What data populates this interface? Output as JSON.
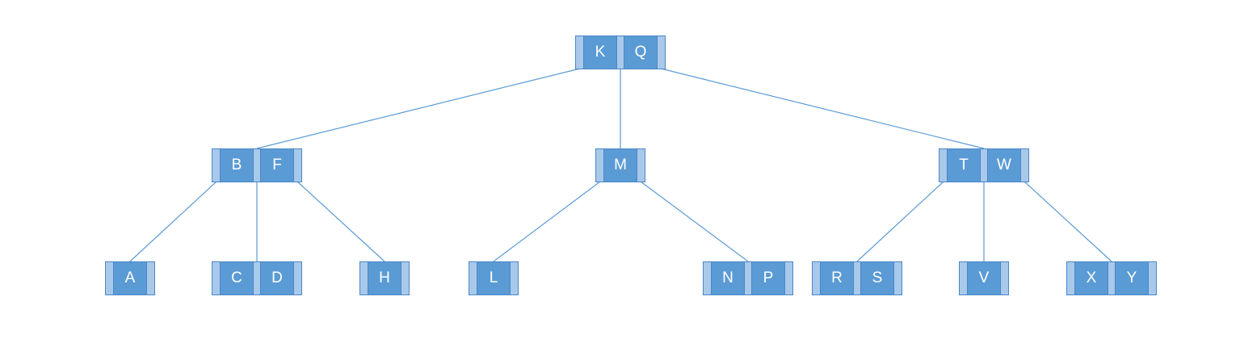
{
  "tree": {
    "root": {
      "id": "root",
      "keys": [
        "K",
        "Q"
      ]
    },
    "level1": [
      {
        "id": "n-bf",
        "keys": [
          "B",
          "F"
        ]
      },
      {
        "id": "n-m",
        "keys": [
          "M"
        ]
      },
      {
        "id": "n-tw",
        "keys": [
          "T",
          "W"
        ]
      }
    ],
    "leaves": [
      {
        "id": "n-a",
        "keys": [
          "A"
        ]
      },
      {
        "id": "n-cd",
        "keys": [
          "C",
          "D"
        ]
      },
      {
        "id": "n-h",
        "keys": [
          "H"
        ]
      },
      {
        "id": "n-l",
        "keys": [
          "L"
        ]
      },
      {
        "id": "n-np",
        "keys": [
          "N",
          "P"
        ]
      },
      {
        "id": "n-rs",
        "keys": [
          "R",
          "S"
        ]
      },
      {
        "id": "n-v",
        "keys": [
          "V"
        ]
      },
      {
        "id": "n-xy",
        "keys": [
          "X",
          "Y"
        ]
      }
    ],
    "edges": [
      {
        "from": "root",
        "pointer": 0,
        "to": "n-bf"
      },
      {
        "from": "root",
        "pointer": 1,
        "to": "n-m"
      },
      {
        "from": "root",
        "pointer": 2,
        "to": "n-tw"
      },
      {
        "from": "n-bf",
        "pointer": 0,
        "to": "n-a"
      },
      {
        "from": "n-bf",
        "pointer": 1,
        "to": "n-cd"
      },
      {
        "from": "n-bf",
        "pointer": 2,
        "to": "n-h"
      },
      {
        "from": "n-m",
        "pointer": 0,
        "to": "n-l"
      },
      {
        "from": "n-m",
        "pointer": 1,
        "to": "n-np"
      },
      {
        "from": "n-tw",
        "pointer": 0,
        "to": "n-rs"
      },
      {
        "from": "n-tw",
        "pointer": 1,
        "to": "n-v"
      },
      {
        "from": "n-tw",
        "pointer": 2,
        "to": "n-xy"
      }
    ]
  },
  "colors": {
    "key_fill": "#5b9bd5",
    "pointer_fill": "#a9c9ea",
    "border": "#4a86c8",
    "edge": "#5b9bd5",
    "text": "#ffffff"
  }
}
